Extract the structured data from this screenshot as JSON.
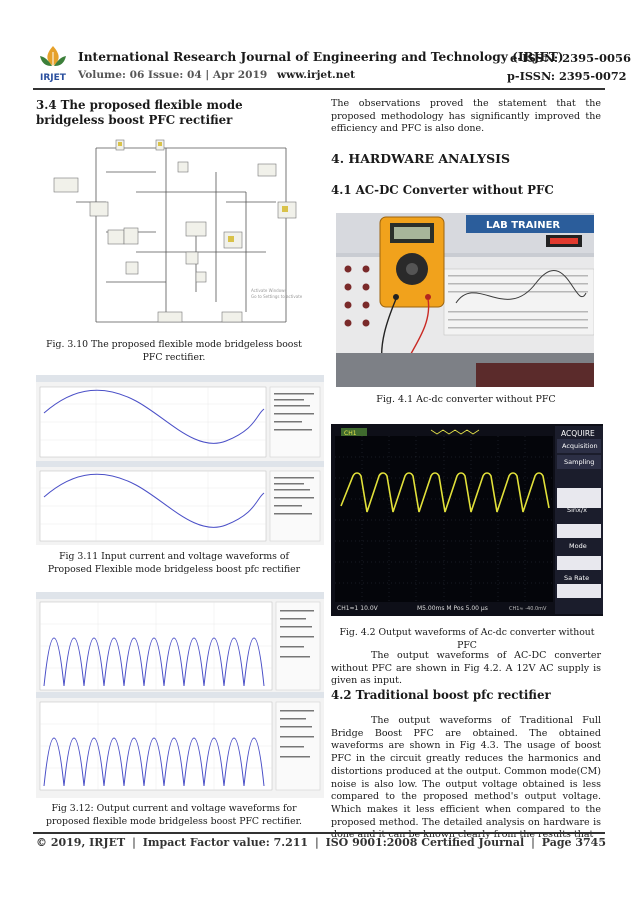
{
  "header": {
    "journal": "International Research Journal of Engineering and Technology (IRJET)",
    "eissn": "e-ISSN: 2395-0056",
    "volume": "Volume: 06 Issue: 04 | Apr 2019",
    "website": "www.irjet.net",
    "pissn": "p-ISSN: 2395-0072",
    "logo_text": "IRJET"
  },
  "left": {
    "heading": "3.4 The proposed flexible mode bridgeless boost PFC rectifier",
    "fig310_caption": "Fig. 3.10 The proposed flexible mode bridgeless boost PFC rectifier.",
    "fig311_caption": "Fig 3.11 Input current and voltage waveforms of Proposed Flexible mode bridgeless boost pfc rectifier",
    "fig312_caption": "Fig 3.12: Output current and voltage waveforms for proposed flexible mode bridgeless boost PFC rectifier."
  },
  "right": {
    "intro": "The observations proved the statement that the proposed methodology has significantly improved the efficiency and PFC is also done.",
    "section4": "4. HARDWARE ANALYSIS",
    "sub41": "4.1 AC-DC Converter without PFC",
    "lab_label": "LAB TRAINER",
    "fig41_caption": "Fig. 4.1 Ac-dc converter without PFC",
    "scope": {
      "menu_title": "ACQUIRE",
      "menu_items": [
        "Acquisition",
        "Sampling",
        "Sinx/x",
        "Mode",
        "Sa Rate"
      ],
      "ch_label": "CH1",
      "ch_readout": "CH1≈1 10.0V",
      "time_readout": "M5.00ms  M Pos 5.00 μs",
      "bottom_code": "CH1≈ -40.0mV"
    },
    "fig42_caption": "Fig. 4.2 Output waveforms of Ac-dc converter without PFC",
    "para1": "The output waveforms of AC-DC converter without PFC are shown in Fig 4.2. A 12V AC supply is given as input.",
    "sub42": "4.2 Traditional boost pfc rectifier",
    "para2": "The output waveforms of Traditional Full Bridge Boost PFC are obtained. The obtained waveforms are shown in Fig 4.3. The usage of boost PFC in the circuit greatly reduces the harmonics and distortions produced at the output. Common mode(CM) noise is also low. The output voltage obtained is less compared to the proposed method's output voltage. Which makes it less efficient when compared to the proposed method. The detailed analysis on hardware is done and it can be known clearly from the results that"
  },
  "footer": {
    "copyright": "© 2019, IRJET",
    "impact": "Impact Factor value: 7.211",
    "iso": "ISO 9001:2008 Certified Journal",
    "page": "Page 3745"
  }
}
